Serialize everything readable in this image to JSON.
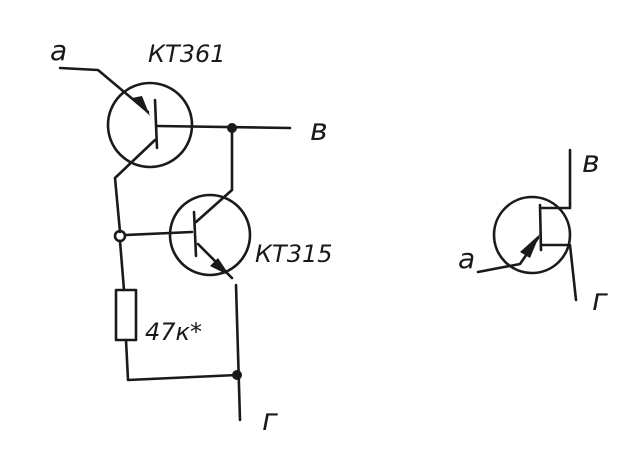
{
  "left_circuit": {
    "input_label": "а",
    "transistor_top": "КТ361",
    "output_top_label": "в",
    "transistor_bottom": "КТ315",
    "resistor_label": "47к*",
    "output_bottom_label": "г"
  },
  "right_symbol": {
    "input_label": "а",
    "top_label": "в",
    "bottom_label": "г"
  }
}
